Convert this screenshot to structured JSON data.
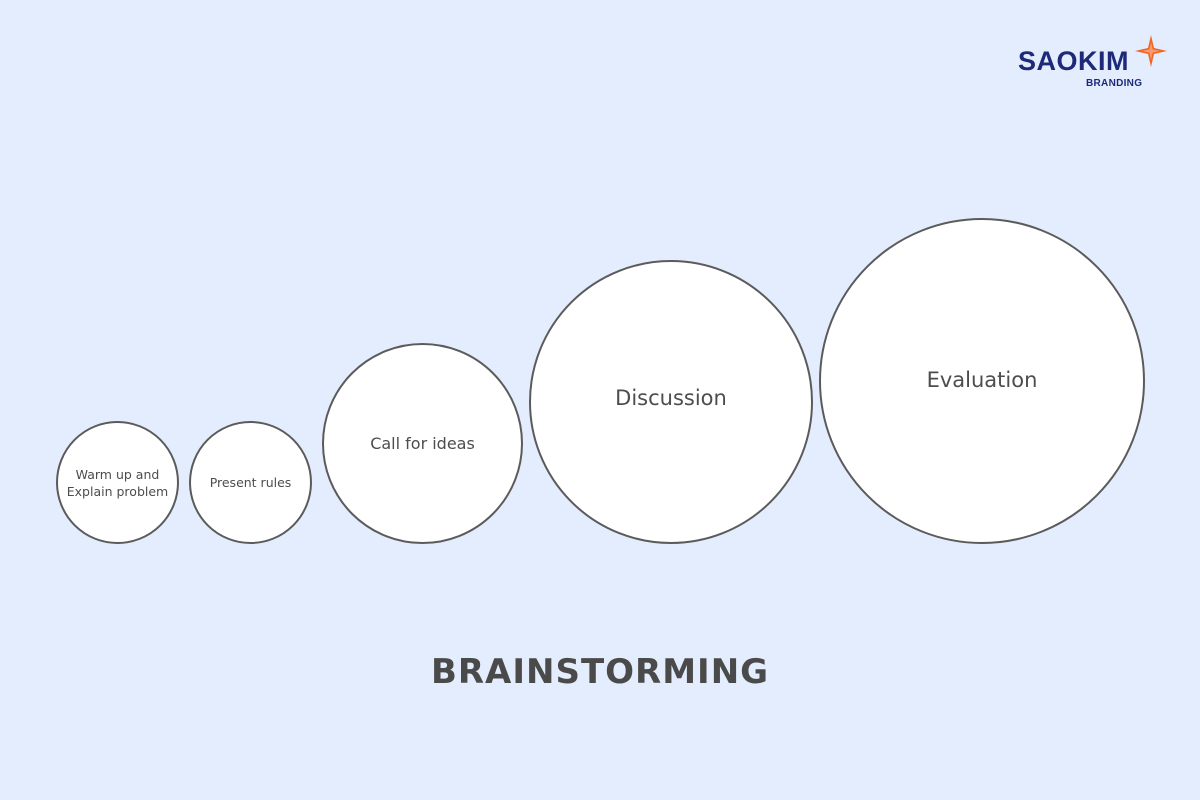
{
  "logo": {
    "word": "SAOKIM",
    "sub": "BRANDING",
    "star_icon": "four-point-star-icon",
    "colors": {
      "text": "#1e2a78",
      "star": "#f26522"
    }
  },
  "steps": [
    {
      "label": "Warm up and\nExplain problem"
    },
    {
      "label": "Present rules"
    },
    {
      "label": "Call for ideas"
    },
    {
      "label": "Discussion"
    },
    {
      "label": "Evaluation"
    }
  ],
  "title": "BRAINSTORMING",
  "colors": {
    "background": "#e3edfd",
    "circle_fill": "#ffffff",
    "circle_stroke": "#5b5b5b",
    "text": "#4a4a4a"
  }
}
